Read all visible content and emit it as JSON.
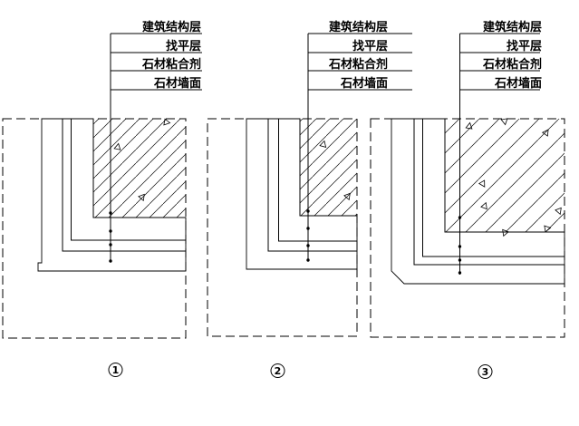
{
  "drawing": {
    "kind": "stone cladding external corner details",
    "details": [
      {
        "number": "1",
        "callouts": {
          "structure": "建筑结构层",
          "leveling": "找平层",
          "adhesive": "石材粘合剂",
          "stone": "石材墙面"
        }
      },
      {
        "number": "2",
        "callouts": {
          "structure": "建筑结构层",
          "leveling": "找平层",
          "adhesive": "石材粘合剂",
          "stone": "石材墙面"
        }
      },
      {
        "number": "3",
        "callouts": {
          "structure": "建筑结构层",
          "leveling": "找平层",
          "adhesive": "石材粘合剂",
          "stone": "石材墙面"
        }
      }
    ],
    "colors": {
      "line": "#000000",
      "background": "#ffffff"
    }
  }
}
